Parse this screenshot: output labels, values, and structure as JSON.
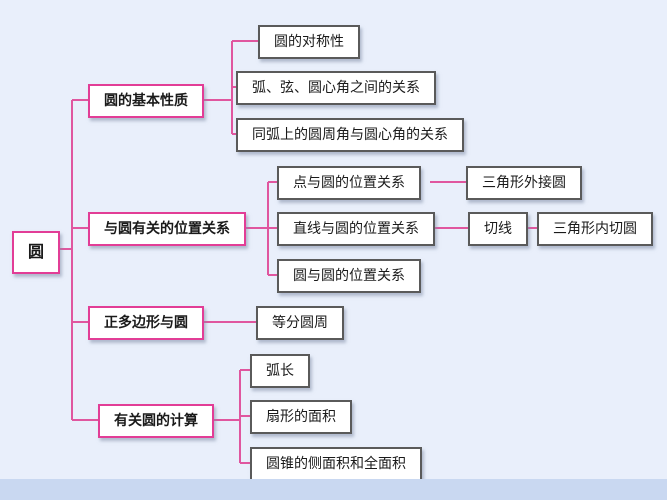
{
  "colors": {
    "line": "#e0569f",
    "primary_border": "#e23d96",
    "secondary_border": "#5a5a5a",
    "page_bg": "#e9effb",
    "footer_bg": "#c9d8f1",
    "node_bg": "#ffffff"
  },
  "tree": {
    "root": {
      "label": "圆"
    },
    "branches": [
      {
        "label": "圆的基本性质",
        "children": [
          {
            "label": "圆的对称性"
          },
          {
            "label": "弧、弦、圆心角之间的关系"
          },
          {
            "label": "同弧上的圆周角与圆心角的关系"
          }
        ]
      },
      {
        "label": "与圆有关的位置关系",
        "children": [
          {
            "label": "点与圆的位置关系",
            "children": [
              {
                "label": "三角形外接圆"
              }
            ]
          },
          {
            "label": "直线与圆的位置关系",
            "children": [
              {
                "label": "切线",
                "children": [
                  {
                    "label": "三角形内切圆"
                  }
                ]
              }
            ]
          },
          {
            "label": "圆与圆的位置关系"
          }
        ]
      },
      {
        "label": "正多边形与圆",
        "children": [
          {
            "label": "等分圆周"
          }
        ]
      },
      {
        "label": "有关圆的计算",
        "children": [
          {
            "label": "弧长"
          },
          {
            "label": "扇形的面积"
          },
          {
            "label": "圆锥的侧面积和全面积"
          }
        ]
      }
    ]
  }
}
